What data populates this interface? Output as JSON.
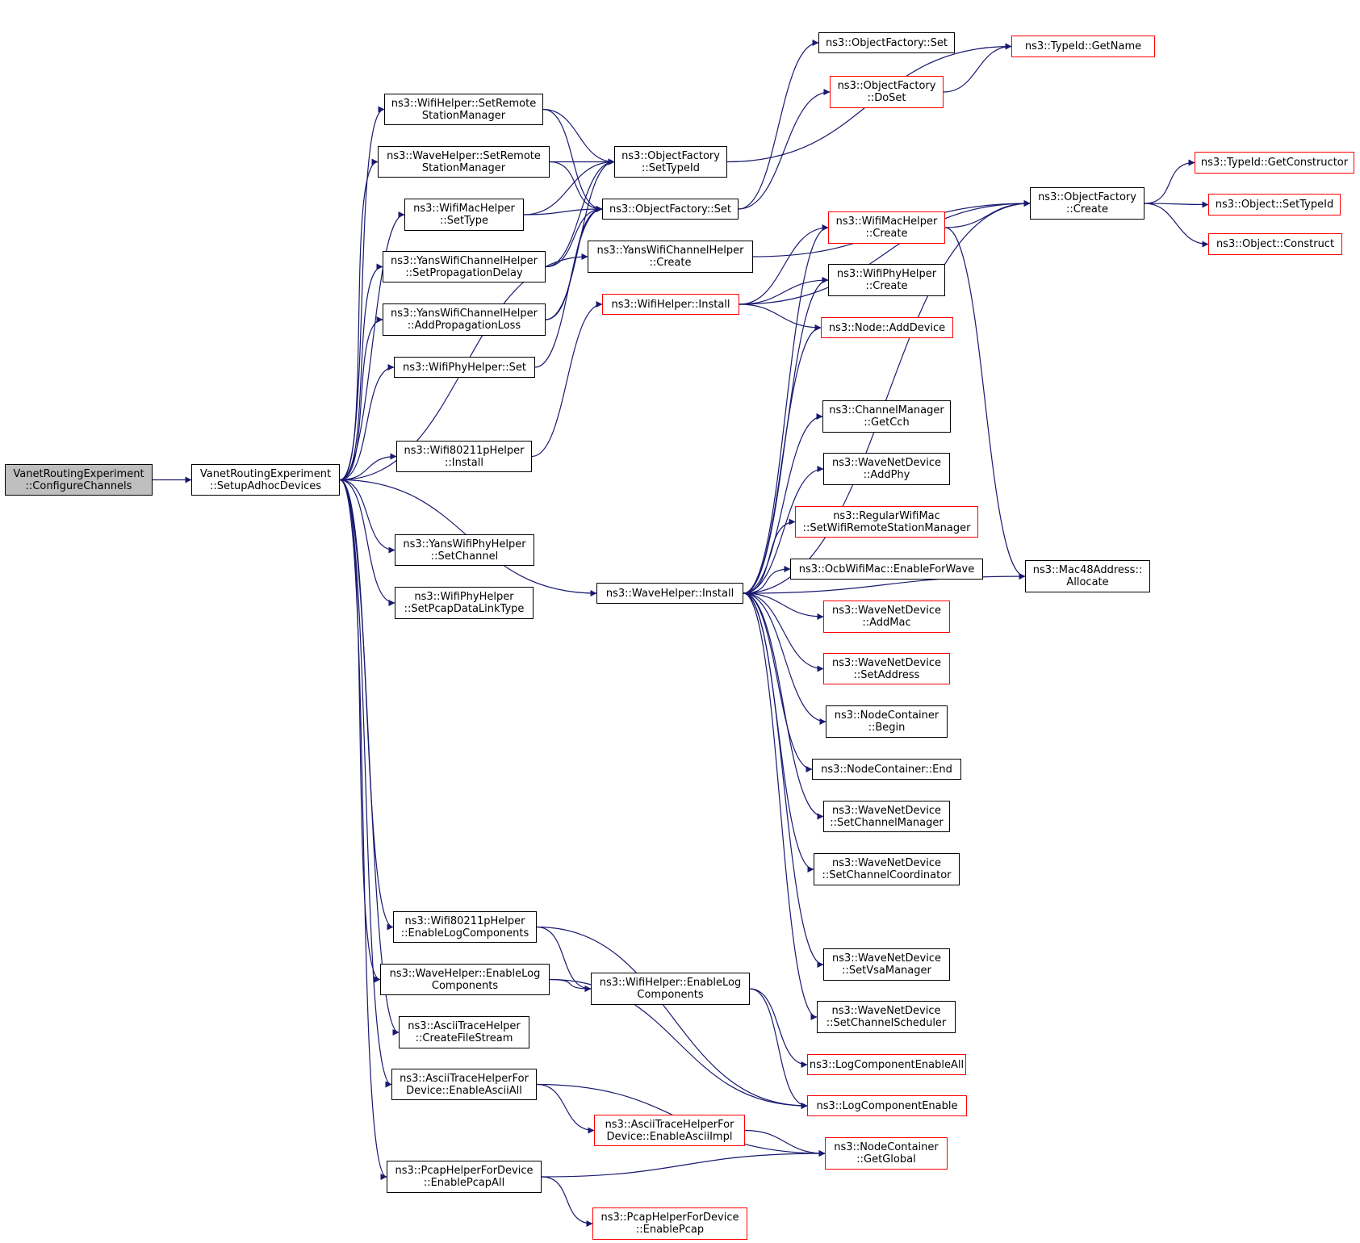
{
  "colors": {
    "edge": "#191970",
    "node_border": "#000000",
    "red_border": "#ff0000",
    "root_fill": "#bfbfbf",
    "background": "#ffffff"
  },
  "nodes": {
    "root": {
      "lines": [
        "VanetRoutingExperiment",
        "::ConfigureChannels"
      ],
      "style": "grey"
    },
    "setup": {
      "lines": [
        "VanetRoutingExperiment",
        "::SetupAdhocDevices"
      ],
      "style": "black"
    },
    "wifiRsm": {
      "lines": [
        "ns3::WifiHelper::SetRemote",
        "StationManager"
      ],
      "style": "black"
    },
    "waveRsm": {
      "lines": [
        "ns3::WaveHelper::SetRemote",
        "StationManager"
      ],
      "style": "black"
    },
    "macSetType": {
      "lines": [
        "ns3::WifiMacHelper",
        "::SetType"
      ],
      "style": "black"
    },
    "yansPropDelay": {
      "lines": [
        "ns3::YansWifiChannelHelper",
        "::SetPropagationDelay"
      ],
      "style": "black"
    },
    "yansAddLoss": {
      "lines": [
        "ns3::YansWifiChannelHelper",
        "::AddPropagationLoss"
      ],
      "style": "black"
    },
    "phySet": {
      "lines": [
        "ns3::WifiPhyHelper::Set"
      ],
      "style": "black"
    },
    "w80Install": {
      "lines": [
        "ns3::Wifi80211pHelper",
        "::Install"
      ],
      "style": "black"
    },
    "yansPhySetCh": {
      "lines": [
        "ns3::YansWifiPhyHelper",
        "::SetChannel"
      ],
      "style": "black"
    },
    "phyPcapDlt": {
      "lines": [
        "ns3::WifiPhyHelper",
        "::SetPcapDataLinkType"
      ],
      "style": "black"
    },
    "w80EnableLog": {
      "lines": [
        "ns3::Wifi80211pHelper",
        "::EnableLogComponents"
      ],
      "style": "black"
    },
    "waveEnableLog": {
      "lines": [
        "ns3::WaveHelper::EnableLog",
        "Components"
      ],
      "style": "black"
    },
    "asciiCreate": {
      "lines": [
        "ns3::AsciiTraceHelper",
        "::CreateFileStream"
      ],
      "style": "black"
    },
    "asciiAll": {
      "lines": [
        "ns3::AsciiTraceHelperFor",
        "Device::EnableAsciiAll"
      ],
      "style": "black"
    },
    "pcapAll": {
      "lines": [
        "ns3::PcapHelperForDevice",
        "::EnablePcapAll"
      ],
      "style": "black"
    },
    "ofSetTypeId": {
      "lines": [
        "ns3::ObjectFactory",
        "::SetTypeId"
      ],
      "style": "black"
    },
    "ofSet": {
      "lines": [
        "ns3::ObjectFactory::Set"
      ],
      "style": "black"
    },
    "yansChCreate": {
      "lines": [
        "ns3::YansWifiChannelHelper",
        "::Create"
      ],
      "style": "black"
    },
    "wifiInstall": {
      "lines": [
        "ns3::WifiHelper::Install"
      ],
      "style": "red"
    },
    "waveInstall": {
      "lines": [
        "ns3::WaveHelper::Install"
      ],
      "style": "black"
    },
    "wifiEnableLog": {
      "lines": [
        "ns3::WifiHelper::EnableLog",
        "Components"
      ],
      "style": "black"
    },
    "asciiImpl": {
      "lines": [
        "ns3::AsciiTraceHelperFor",
        "Device::EnableAsciiImpl"
      ],
      "style": "red"
    },
    "pcapEnable": {
      "lines": [
        "ns3::PcapHelperForDevice",
        "::EnablePcap"
      ],
      "style": "red"
    },
    "ofSet2": {
      "lines": [
        "ns3::ObjectFactory::Set"
      ],
      "style": "black"
    },
    "ofDoSet": {
      "lines": [
        "ns3::ObjectFactory",
        "::DoSet"
      ],
      "style": "red"
    },
    "macCreate": {
      "lines": [
        "ns3::WifiMacHelper",
        "::Create"
      ],
      "style": "red"
    },
    "phyCreate": {
      "lines": [
        "ns3::WifiPhyHelper",
        "::Create"
      ],
      "style": "black"
    },
    "nodeAddDev": {
      "lines": [
        "ns3::Node::AddDevice"
      ],
      "style": "red"
    },
    "cmGetCch": {
      "lines": [
        "ns3::ChannelManager",
        "::GetCch"
      ],
      "style": "black"
    },
    "wndAddPhy": {
      "lines": [
        "ns3::WaveNetDevice",
        "::AddPhy"
      ],
      "style": "black"
    },
    "regMac": {
      "lines": [
        "ns3::RegularWifiMac",
        "::SetWifiRemoteStationManager"
      ],
      "style": "red"
    },
    "ocbWave": {
      "lines": [
        "ns3::OcbWifiMac::EnableForWave"
      ],
      "style": "black"
    },
    "wndAddMac": {
      "lines": [
        "ns3::WaveNetDevice",
        "::AddMac"
      ],
      "style": "red"
    },
    "wndSetAddr": {
      "lines": [
        "ns3::WaveNetDevice",
        "::SetAddress"
      ],
      "style": "red"
    },
    "ncBegin": {
      "lines": [
        "ns3::NodeContainer",
        "::Begin"
      ],
      "style": "black"
    },
    "ncEnd": {
      "lines": [
        "ns3::NodeContainer::End"
      ],
      "style": "black"
    },
    "wndSetCm": {
      "lines": [
        "ns3::WaveNetDevice",
        "::SetChannelManager"
      ],
      "style": "black"
    },
    "wndSetCc": {
      "lines": [
        "ns3::WaveNetDevice",
        "::SetChannelCoordinator"
      ],
      "style": "black"
    },
    "wndSetVsa": {
      "lines": [
        "ns3::WaveNetDevice",
        "::SetVsaManager"
      ],
      "style": "black"
    },
    "wndSetCs": {
      "lines": [
        "ns3::WaveNetDevice",
        "::SetChannelScheduler"
      ],
      "style": "black"
    },
    "logAll": {
      "lines": [
        "ns3::LogComponentEnableAll"
      ],
      "style": "red"
    },
    "logEnable": {
      "lines": [
        "ns3::LogComponentEnable"
      ],
      "style": "red"
    },
    "ncGlobal": {
      "lines": [
        "ns3::NodeContainer",
        "::GetGlobal"
      ],
      "style": "red"
    },
    "tidGetName": {
      "lines": [
        "ns3::TypeId::GetName"
      ],
      "style": "red"
    },
    "ofCreate": {
      "lines": [
        "ns3::ObjectFactory",
        "::Create"
      ],
      "style": "black"
    },
    "macAlloc": {
      "lines": [
        "ns3::Mac48Address::",
        "Allocate"
      ],
      "style": "black"
    },
    "tidGetCtor": {
      "lines": [
        "ns3::TypeId::GetConstructor"
      ],
      "style": "red"
    },
    "objSetTid": {
      "lines": [
        "ns3::Object::SetTypeId"
      ],
      "style": "red"
    },
    "objConstruct": {
      "lines": [
        "ns3::Object::Construct"
      ],
      "style": "red"
    }
  },
  "edges": [
    [
      "root",
      "setup"
    ],
    [
      "setup",
      "wifiRsm"
    ],
    [
      "setup",
      "waveRsm"
    ],
    [
      "setup",
      "macSetType"
    ],
    [
      "setup",
      "yansPropDelay"
    ],
    [
      "setup",
      "yansAddLoss"
    ],
    [
      "setup",
      "phySet"
    ],
    [
      "setup",
      "yansChCreate"
    ],
    [
      "setup",
      "w80Install"
    ],
    [
      "setup",
      "waveInstall"
    ],
    [
      "setup",
      "yansPhySetCh"
    ],
    [
      "setup",
      "phyPcapDlt"
    ],
    [
      "setup",
      "w80EnableLog"
    ],
    [
      "setup",
      "waveEnableLog"
    ],
    [
      "setup",
      "asciiCreate"
    ],
    [
      "setup",
      "asciiAll"
    ],
    [
      "setup",
      "pcapAll"
    ],
    [
      "wifiRsm",
      "ofSetTypeId"
    ],
    [
      "wifiRsm",
      "ofSet"
    ],
    [
      "waveRsm",
      "ofSetTypeId"
    ],
    [
      "waveRsm",
      "ofSet"
    ],
    [
      "macSetType",
      "ofSetTypeId"
    ],
    [
      "macSetType",
      "ofSet"
    ],
    [
      "yansPropDelay",
      "ofSetTypeId"
    ],
    [
      "yansPropDelay",
      "ofSet"
    ],
    [
      "yansAddLoss",
      "ofSetTypeId"
    ],
    [
      "yansAddLoss",
      "ofSet"
    ],
    [
      "phySet",
      "ofSet"
    ],
    [
      "w80Install",
      "wifiInstall"
    ],
    [
      "ofSetTypeId",
      "tidGetName"
    ],
    [
      "ofSet",
      "ofSet2"
    ],
    [
      "ofSet",
      "ofDoSet"
    ],
    [
      "ofDoSet",
      "tidGetName"
    ],
    [
      "yansChCreate",
      "ofCreate"
    ],
    [
      "wifiInstall",
      "ofCreate"
    ],
    [
      "wifiInstall",
      "macCreate"
    ],
    [
      "wifiInstall",
      "phyCreate"
    ],
    [
      "wifiInstall",
      "nodeAddDev"
    ],
    [
      "macCreate",
      "ofCreate"
    ],
    [
      "macCreate",
      "macAlloc"
    ],
    [
      "ofCreate",
      "tidGetCtor"
    ],
    [
      "ofCreate",
      "objSetTid"
    ],
    [
      "ofCreate",
      "objConstruct"
    ],
    [
      "waveInstall",
      "macCreate"
    ],
    [
      "waveInstall",
      "phyCreate"
    ],
    [
      "waveInstall",
      "nodeAddDev"
    ],
    [
      "waveInstall",
      "ofCreate"
    ],
    [
      "waveInstall",
      "cmGetCch"
    ],
    [
      "waveInstall",
      "wndAddPhy"
    ],
    [
      "waveInstall",
      "regMac"
    ],
    [
      "waveInstall",
      "ocbWave"
    ],
    [
      "waveInstall",
      "wndAddMac"
    ],
    [
      "waveInstall",
      "wndSetAddr"
    ],
    [
      "waveInstall",
      "ncBegin"
    ],
    [
      "waveInstall",
      "ncEnd"
    ],
    [
      "waveInstall",
      "wndSetCm"
    ],
    [
      "waveInstall",
      "wndSetCc"
    ],
    [
      "waveInstall",
      "macAlloc"
    ],
    [
      "waveInstall",
      "wndSetVsa"
    ],
    [
      "waveInstall",
      "wndSetCs"
    ],
    [
      "w80EnableLog",
      "wifiEnableLog"
    ],
    [
      "w80EnableLog",
      "logEnable"
    ],
    [
      "waveEnableLog",
      "wifiEnableLog"
    ],
    [
      "waveEnableLog",
      "logEnable"
    ],
    [
      "wifiEnableLog",
      "logAll"
    ],
    [
      "wifiEnableLog",
      "logEnable"
    ],
    [
      "asciiAll",
      "asciiImpl"
    ],
    [
      "asciiAll",
      "ncGlobal"
    ],
    [
      "asciiImpl",
      "ncGlobal"
    ],
    [
      "pcapAll",
      "ncGlobal"
    ],
    [
      "pcapAll",
      "pcapEnable"
    ]
  ]
}
